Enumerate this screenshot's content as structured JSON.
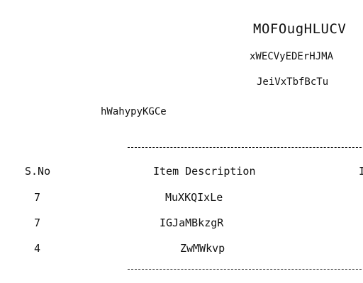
{
  "receipt": {
    "store_name": "MOFOugHLUCV",
    "address_line_1": "xWECVyEDErHJMA",
    "address_line_2": "JeiVxTbfBcTu",
    "cashier": "hWahypyKGCe",
    "columns": {
      "sno": "S.No",
      "item_description": "Item Description",
      "partial_column": "I"
    },
    "items": [
      {
        "sno": "7",
        "description": "MuXKQIxLe"
      },
      {
        "sno": "7",
        "description": "IGJaMBkzgR"
      },
      {
        "sno": "4",
        "description": "ZwMWkvp"
      }
    ]
  }
}
